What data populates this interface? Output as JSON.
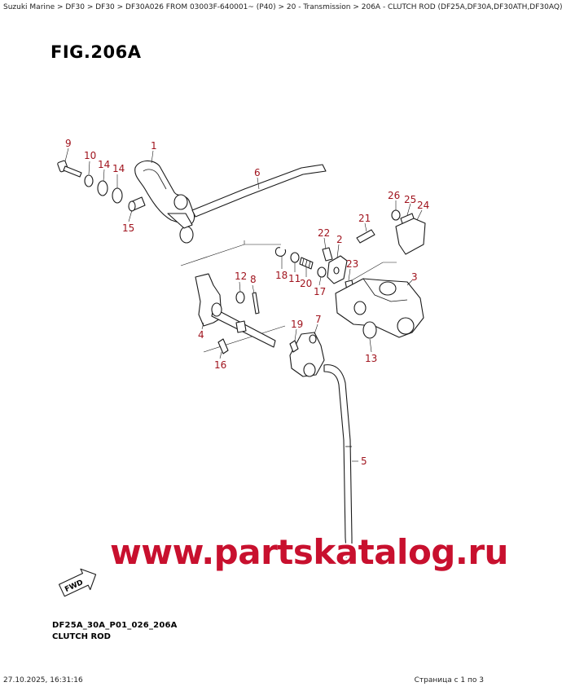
{
  "breadcrumb": "Suzuki Marine > DF30 > DF30 > DF30A026 FROM 03003F-640001~ (P40) > 20 - Transmission > 206A - CLUTCH ROD (DF25A,DF30A,DF30ATH,DF30AQ)",
  "figure": {
    "title": "FIG.206A",
    "code": "DF25A_30A_P01_026_206A",
    "caption": "CLUTCH ROD",
    "direction_label": "FWD"
  },
  "callouts": [
    {
      "id": "1",
      "label": "1"
    },
    {
      "id": "2",
      "label": "2"
    },
    {
      "id": "3",
      "label": "3"
    },
    {
      "id": "4",
      "label": "4"
    },
    {
      "id": "5",
      "label": "5"
    },
    {
      "id": "6",
      "label": "6"
    },
    {
      "id": "7",
      "label": "7"
    },
    {
      "id": "8",
      "label": "8"
    },
    {
      "id": "9",
      "label": "9"
    },
    {
      "id": "10",
      "label": "10"
    },
    {
      "id": "11",
      "label": "11"
    },
    {
      "id": "12",
      "label": "12"
    },
    {
      "id": "13",
      "label": "13"
    },
    {
      "id": "14",
      "label": "14"
    },
    {
      "id": "15",
      "label": "15"
    },
    {
      "id": "16",
      "label": "16"
    },
    {
      "id": "17",
      "label": "17"
    },
    {
      "id": "18",
      "label": "18"
    },
    {
      "id": "19",
      "label": "19"
    },
    {
      "id": "20",
      "label": "20"
    },
    {
      "id": "21",
      "label": "21"
    },
    {
      "id": "22",
      "label": "22"
    },
    {
      "id": "23",
      "label": "23"
    },
    {
      "id": "24",
      "label": "24"
    },
    {
      "id": "25",
      "label": "25"
    },
    {
      "id": "26",
      "label": "26"
    }
  ],
  "watermark": "www.partskatalog.ru",
  "footer": {
    "timestamp": "27.10.2025, 16:31:16",
    "page": "Страница с 1 по 3"
  },
  "colors": {
    "callout": "#a0141e",
    "watermark": "#c8102e",
    "line": "#1a1a1a"
  }
}
